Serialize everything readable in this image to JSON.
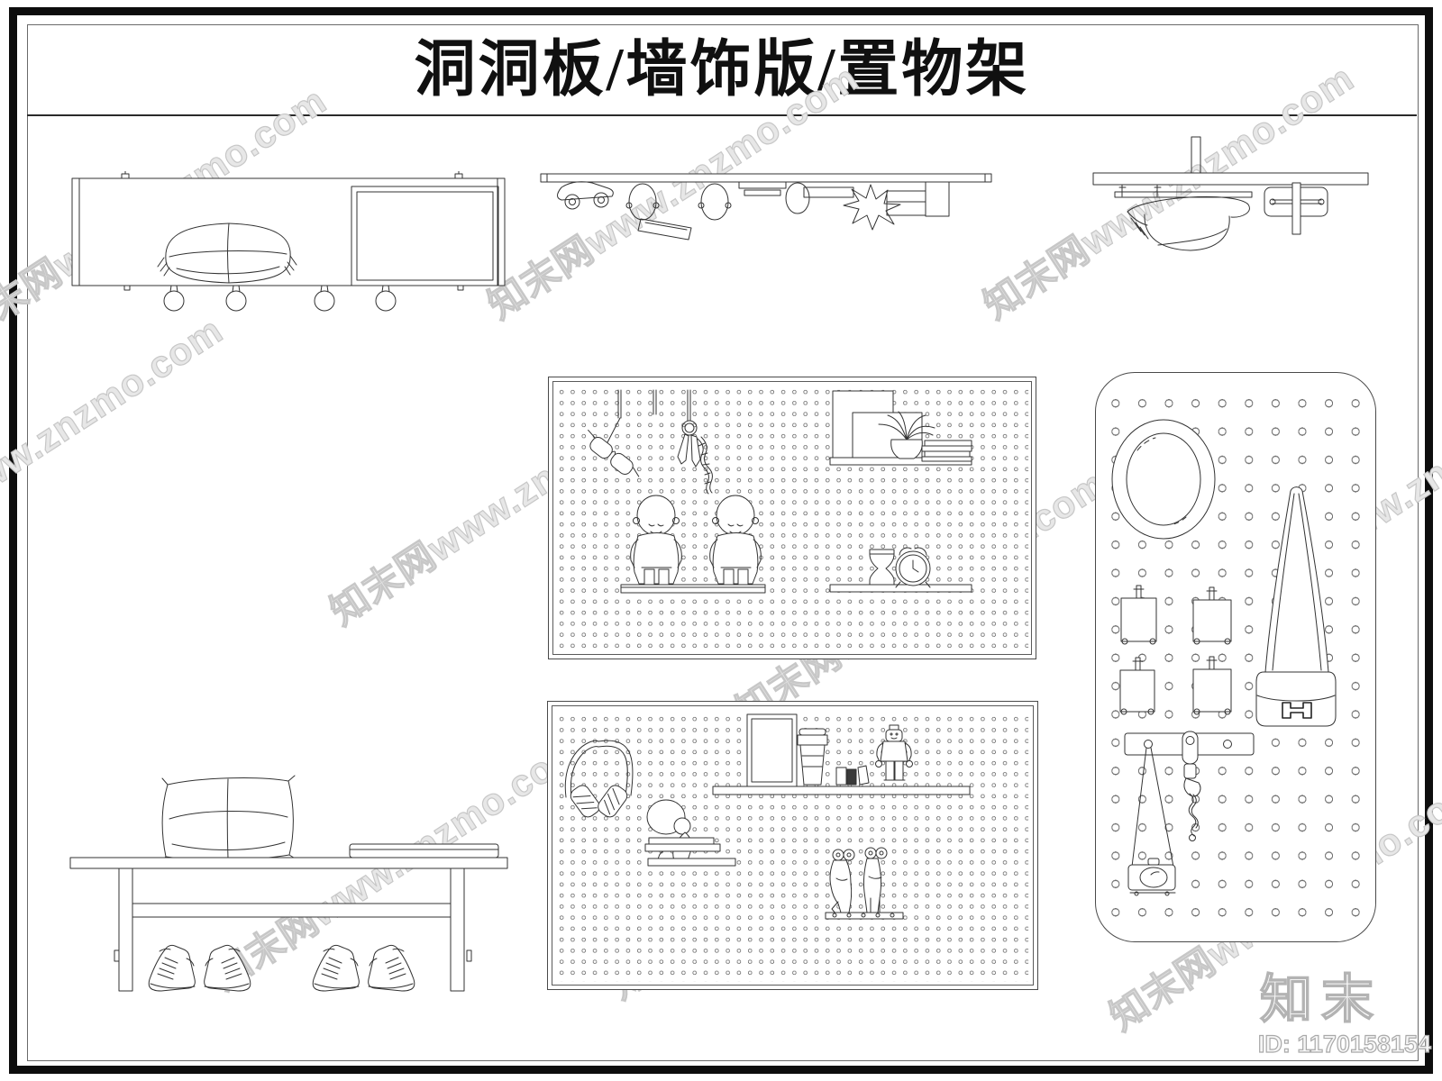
{
  "sheet": {
    "title": "洞洞板/墙饰版/置物架",
    "watermark_text": "知末网www.znzmo.com",
    "brand_logo": "知末",
    "item_id": "ID: 1170158154",
    "colors": {
      "line": "#333333",
      "hole_ring": "#707070",
      "watermark": "#c7c7c7",
      "frame_border": "#0d0d0d"
    },
    "drawings": [
      {
        "name": "wall-shelf-front-view-hat-mirror-knobs"
      },
      {
        "name": "pegboard-plan-view-accessories"
      },
      {
        "name": "pegboard-plan-view-hat-bracket"
      },
      {
        "name": "pegboard-panel-glasses-keys-figurines-shelves"
      },
      {
        "name": "pegboard-panel-headphones-shelf-figures"
      },
      {
        "name": "rounded-pegboard-mirror-hooks-bag-camera"
      },
      {
        "name": "entry-bench-pillow-sneakers"
      }
    ]
  }
}
